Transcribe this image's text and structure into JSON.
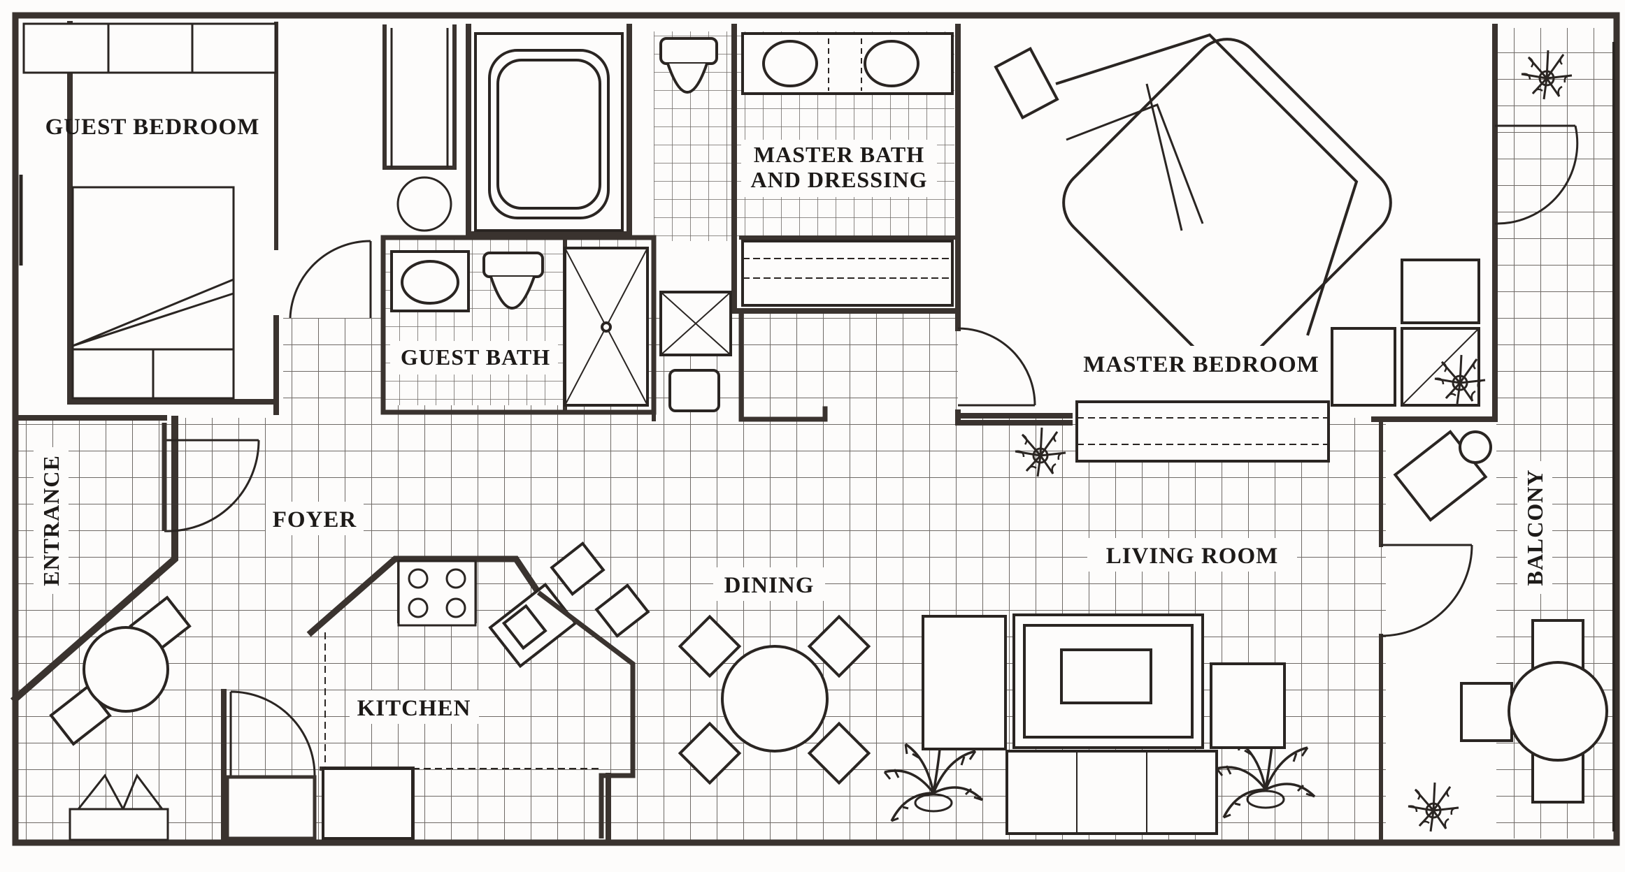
{
  "plan": {
    "colors": {
      "paper": "#fdfcfb",
      "ink": "#2a2522",
      "wall": "#3a332f",
      "tile": "#6f6a66"
    },
    "rooms": {
      "guest_bedroom": "GUEST BEDROOM",
      "master_bath_line1": "MASTER BATH",
      "master_bath_line2": "AND DRESSING",
      "guest_bath": "GUEST BATH",
      "master_bedroom": "MASTER BEDROOM",
      "entrance": "ENTRANCE",
      "foyer": "FOYER",
      "dining": "DINING",
      "living_room": "LIVING ROOM",
      "kitchen": "KITCHEN",
      "balcony": "BALCONY"
    }
  }
}
